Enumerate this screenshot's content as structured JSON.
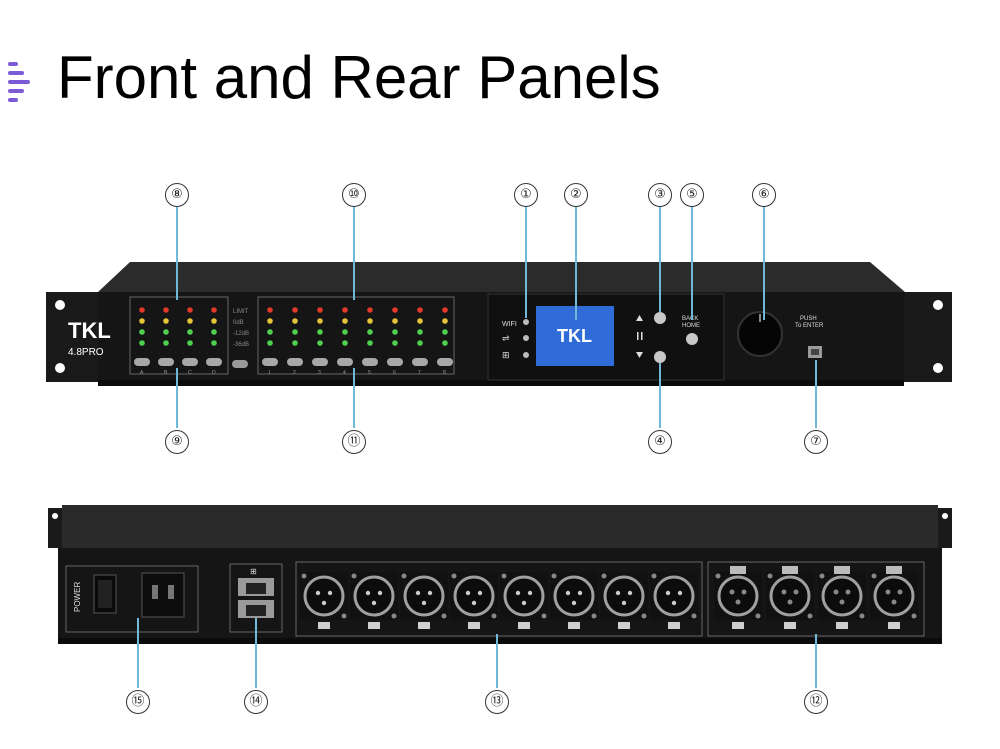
{
  "page": {
    "title": "Front and Rear Panels"
  },
  "front": {
    "brand": "TKL",
    "model": "4.8PRO",
    "meter_labels": [
      "LIMIT",
      "0dB",
      "-12dB",
      "-36dB"
    ],
    "input_channels": [
      "A",
      "B",
      "C",
      "D"
    ],
    "output_channels": [
      "1",
      "2",
      "3",
      "4",
      "5",
      "6",
      "7",
      "8"
    ],
    "status_labels": [
      "WIFI"
    ],
    "screen_brand": "TKL",
    "back_label": "BACK",
    "home_label": "HOME",
    "push_label": "PUSH",
    "enter_label": "To ENTER"
  },
  "rear": {
    "power_label": "POWER"
  },
  "callouts": [
    "①",
    "②",
    "③",
    "④",
    "⑤",
    "⑥",
    "⑦",
    "⑧",
    "⑨",
    "⑩",
    "⑪",
    "⑫",
    "⑬",
    "⑭",
    "⑮"
  ],
  "colors": {
    "accent": "#7b5cd6",
    "panel": "#151515",
    "lcd": "#2f6cd8",
    "callout_line": "#6fb8d8"
  }
}
